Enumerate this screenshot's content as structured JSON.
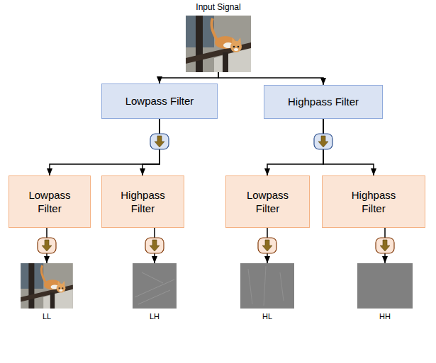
{
  "diagram": {
    "nodes": [
      {
        "text": [
          "Input Signal"
        ]
      },
      {
        "text": [
          "Lowpass Filter"
        ]
      },
      {
        "text": [
          "Highpass Filter"
        ]
      },
      {
        "text": [
          "Lowpass Filter"
        ]
      },
      {
        "text": [
          "Highpass Filter"
        ]
      },
      {
        "text": [
          "Lowpass Filter"
        ]
      },
      {
        "text": [
          "Highpass Filter"
        ]
      },
      {
        "text": [
          "LL"
        ]
      },
      {
        "text": [
          "LH"
        ]
      },
      {
        "text": [
          "HL"
        ]
      },
      {
        "text": [
          "HH"
        ]
      }
    ],
    "edges": [
      {
        "from": 0,
        "to": 1,
        "arrow": "to"
      },
      {
        "from": 0,
        "to": 2,
        "arrow": "to"
      },
      {
        "from": 1,
        "to": 3,
        "arrow": "to"
      },
      {
        "from": 1,
        "to": 4,
        "arrow": "to"
      },
      {
        "from": 2,
        "to": 5,
        "arrow": "to"
      },
      {
        "from": 2,
        "to": 6,
        "arrow": "to"
      },
      {
        "from": 3,
        "to": 7,
        "arrow": "to"
      },
      {
        "from": 4,
        "to": 8,
        "arrow": "to"
      },
      {
        "from": 5,
        "to": 9,
        "arrow": "to"
      },
      {
        "from": 6,
        "to": 10,
        "arrow": "to"
      }
    ]
  }
}
